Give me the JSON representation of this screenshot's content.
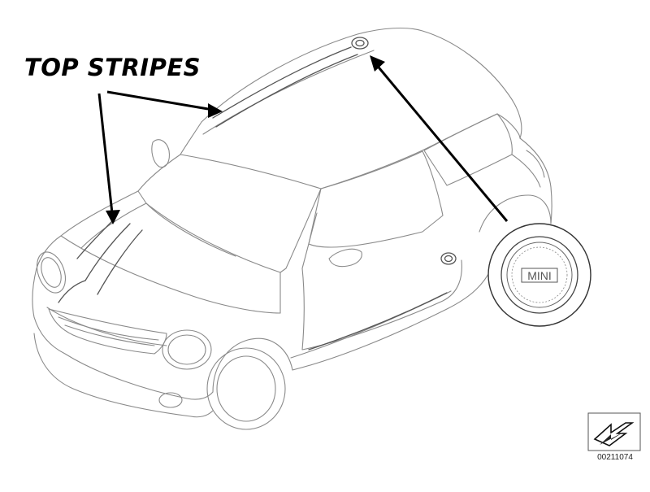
{
  "diagram": {
    "callout_label": "TOP STRIPES",
    "badge_text": "MINI",
    "part_number": "00211074"
  }
}
